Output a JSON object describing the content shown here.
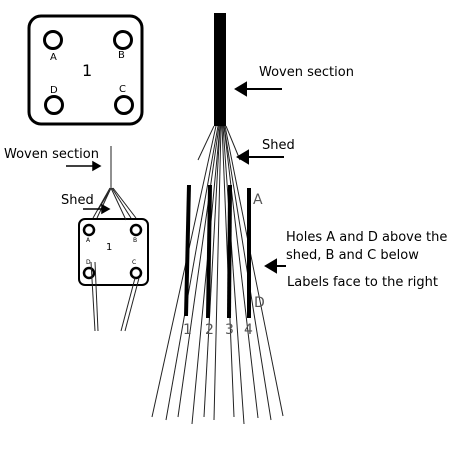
{
  "card_top": {
    "number": "1",
    "holes": {
      "a": "A",
      "b": "B",
      "c": "C",
      "d": "D"
    }
  },
  "card_small": {
    "number": "1",
    "holes": {
      "a": "A",
      "b": "B",
      "c": "C",
      "d": "D"
    }
  },
  "left_labels": {
    "woven_section": "Woven section",
    "shed": "Shed"
  },
  "right_labels": {
    "woven_section": "Woven section",
    "shed": "Shed",
    "hole_a": "A",
    "hole_d": "D",
    "note_line1": "Holes A and D above the",
    "note_line2": "shed, B and C below",
    "note_line3": "Labels face to the right"
  },
  "card_numbers": [
    "1",
    "2",
    "3",
    "4"
  ],
  "colors": {
    "ink": "#000000",
    "thread": "#222222",
    "background": "#ffffff",
    "label_grey": "#555555"
  }
}
